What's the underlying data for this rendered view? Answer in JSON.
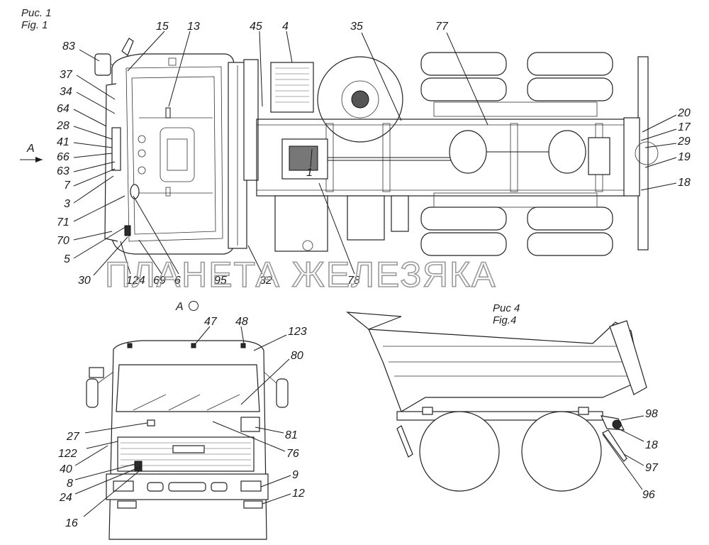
{
  "captions": {
    "fig1_ru": "Рис. 1",
    "fig1_en": "Fig. 1",
    "view_a": "А",
    "fig4_ru": "Рис 4",
    "fig4_en": "Fig.4",
    "arrow_a": "А"
  },
  "watermark": "ПЛАНЕТА ЖЕЛЕЗЯКА",
  "fig1_labels": [
    "83",
    "15",
    "13",
    "45",
    "4",
    "35",
    "77",
    "37",
    "34",
    "64",
    "28",
    "41",
    "66",
    "63",
    "7",
    "3",
    "71",
    "70",
    "5",
    "30",
    "124",
    "69",
    "6",
    "95",
    "32",
    "1",
    "78",
    "20",
    "17",
    "29",
    "19",
    "18"
  ],
  "view_a_labels": [
    "47",
    "48",
    "123",
    "80",
    "27",
    "81",
    "122",
    "76",
    "40",
    "8",
    "24",
    "16",
    "9",
    "12"
  ],
  "fig4_labels": [
    "98",
    "18",
    "97",
    "96"
  ],
  "colors": {
    "ink": "#1a1a1a",
    "watermark": "#9a9a9a",
    "paper": "#ffffff"
  }
}
